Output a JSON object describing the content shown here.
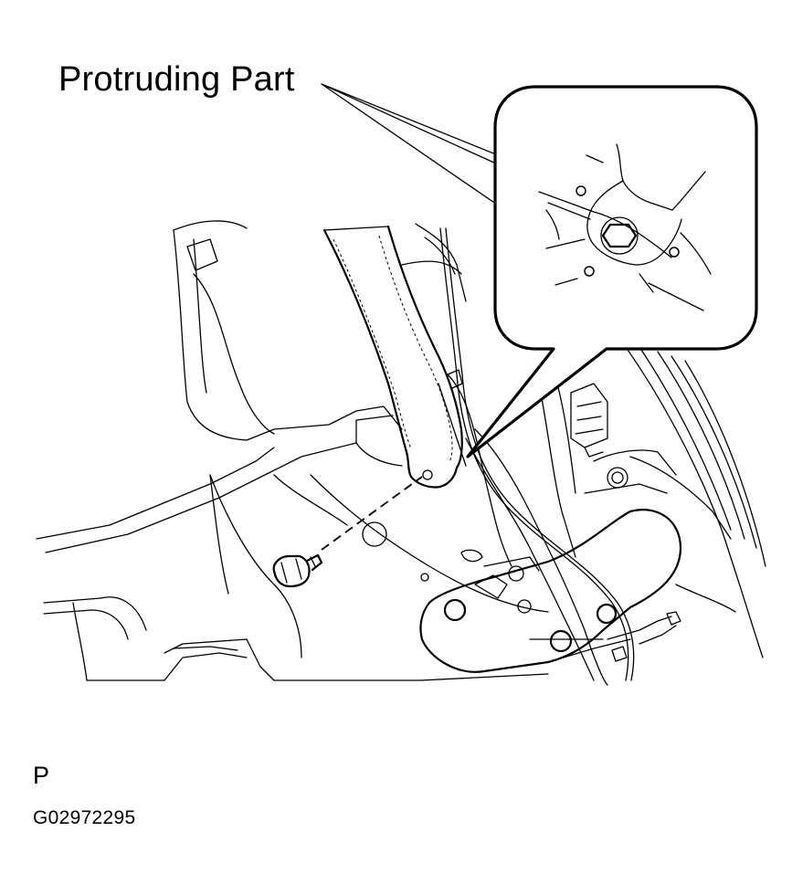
{
  "diagram": {
    "callout_label": "Protruding Part",
    "view_letter": "P",
    "figure_code": "G02972295"
  }
}
